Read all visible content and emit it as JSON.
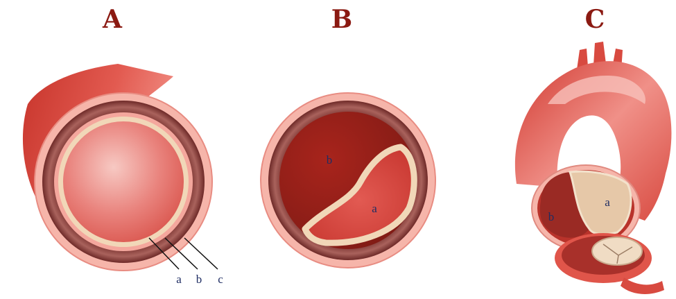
{
  "panels": [
    {
      "id": "A",
      "title": "A",
      "labels": [
        "a",
        "b",
        "c"
      ]
    },
    {
      "id": "B",
      "title": "B",
      "labels": [
        "a",
        "b"
      ]
    },
    {
      "id": "C",
      "title": "C",
      "labels": [
        "a",
        "b"
      ]
    }
  ],
  "colors": {
    "title": "#8b1a12",
    "label": "#1f2d63",
    "vessel_outer": "#e0554a",
    "adventitia": "#f6b2a6",
    "media": "#8a3e3a",
    "intima": "#f1d7b8",
    "lumen": "#e06a66",
    "false_lumen": "#a7271f",
    "true_lumen": "#d6443c"
  }
}
